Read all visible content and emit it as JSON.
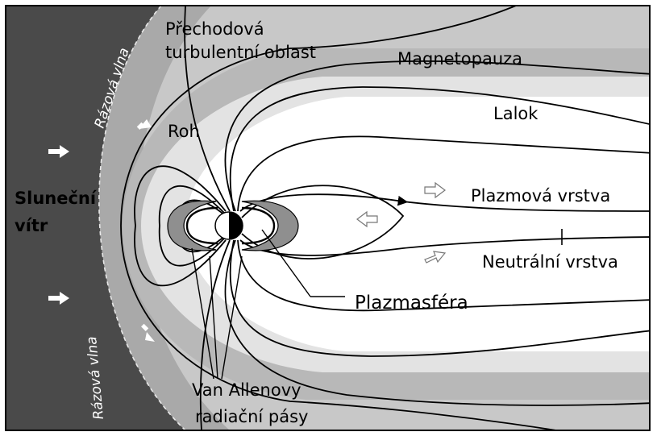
{
  "labels": {
    "shock_wave_top": "Rázová vlna",
    "shock_wave_bottom": "Rázová vlna",
    "transition_line1": "Přechodová",
    "transition_line2": "turbulentní oblast",
    "magnetopause": "Magnetopauza",
    "lobe": "Lalok",
    "cusp": "Roh",
    "solar_wind_line1": "Sluneční",
    "solar_wind_line2": "vítr",
    "plasma_sheet": "Plazmová vrstva",
    "neutral_sheet": "Neutrální vrstva",
    "plasmasphere": "Plazmasféra",
    "van_allen_line1": "Van Allenovy",
    "van_allen_line2": "radiační pásy"
  },
  "colors": {
    "solar_wind_region": "#4a4a4a",
    "shock_sheath": "#a9a9a9",
    "magnetosheath": "#c8c8c8",
    "outer_magnetosphere": "#e3e3e3",
    "inner_magnetosphere": "#ffffff",
    "field_lines": "#000000",
    "belts": "#8f8f8f"
  }
}
